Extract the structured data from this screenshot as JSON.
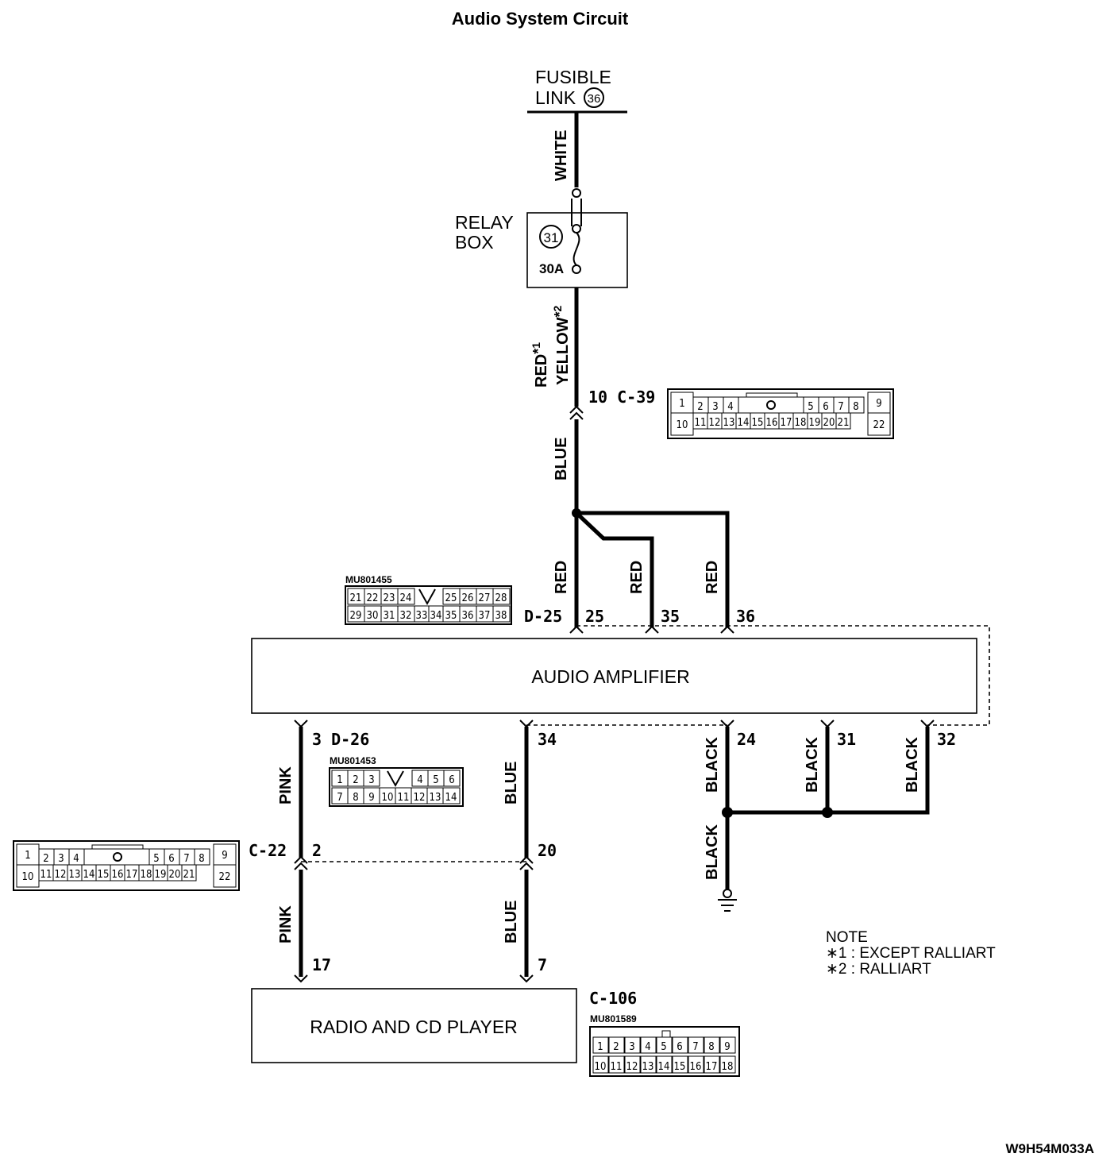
{
  "title": "Audio System Circuit",
  "figure_code": "W9H54M033A",
  "fusible_link": {
    "label_line1": "FUSIBLE",
    "label_line2": "LINK",
    "number": "36"
  },
  "relay_box": {
    "label_line1": "RELAY",
    "label_line2": "BOX",
    "fuse_number": "31",
    "fuse_rating": "30A"
  },
  "wire_colors": {
    "white": "WHITE",
    "red": "RED",
    "yellow": "YELLOW",
    "star1": "*1",
    "star2": "*2",
    "blue": "BLUE",
    "pink": "PINK",
    "black": "BLACK"
  },
  "connector_labels": {
    "c39": "10  C-39",
    "d25": "D-25",
    "d26": "3  D-26",
    "c22": "C-22",
    "c106": "C-106"
  },
  "part_numbers": {
    "d25": "MU801455",
    "d26": "MU801453",
    "c106": "MU801589"
  },
  "pins": {
    "p25": "25",
    "p35": "35",
    "p36": "36",
    "p34": "34",
    "p24": "24",
    "p31": "31",
    "p32": "32",
    "p2": "2",
    "p20": "20",
    "p17": "17",
    "p7": "7"
  },
  "components": {
    "amplifier": "AUDIO AMPLIFIER",
    "radio": "RADIO AND CD PLAYER"
  },
  "note": {
    "heading": "NOTE",
    "star1": "∗1 : EXCEPT RALLIART",
    "star2": "∗2 : RALLIART"
  },
  "connector_grids": {
    "c39": {
      "row1": [
        "1",
        "2",
        "3",
        "4",
        "5",
        "6",
        "7",
        "8",
        "9"
      ],
      "row2": [
        "10",
        "11",
        "12",
        "13",
        "14",
        "15",
        "16",
        "17",
        "18",
        "19",
        "20",
        "21",
        "22"
      ]
    },
    "c22": {
      "row1": [
        "1",
        "2",
        "3",
        "4",
        "5",
        "6",
        "7",
        "8",
        "9"
      ],
      "row2": [
        "10",
        "11",
        "12",
        "13",
        "14",
        "15",
        "16",
        "17",
        "18",
        "19",
        "20",
        "21",
        "22"
      ]
    },
    "d25": {
      "row1": [
        "21",
        "22",
        "23",
        "24",
        "25",
        "26",
        "27",
        "28"
      ],
      "row2": [
        "29",
        "30",
        "31",
        "32",
        "33",
        "34",
        "35",
        "36",
        "37",
        "38"
      ]
    },
    "d26": {
      "row1": [
        "1",
        "2",
        "3",
        "4",
        "5",
        "6"
      ],
      "row2": [
        "7",
        "8",
        "9",
        "10",
        "11",
        "12",
        "13",
        "14"
      ]
    },
    "c106": {
      "row1": [
        "1",
        "2",
        "3",
        "4",
        "5",
        "6",
        "7",
        "8",
        "9"
      ],
      "row2": [
        "10",
        "11",
        "12",
        "13",
        "14",
        "15",
        "16",
        "17",
        "18"
      ]
    }
  }
}
